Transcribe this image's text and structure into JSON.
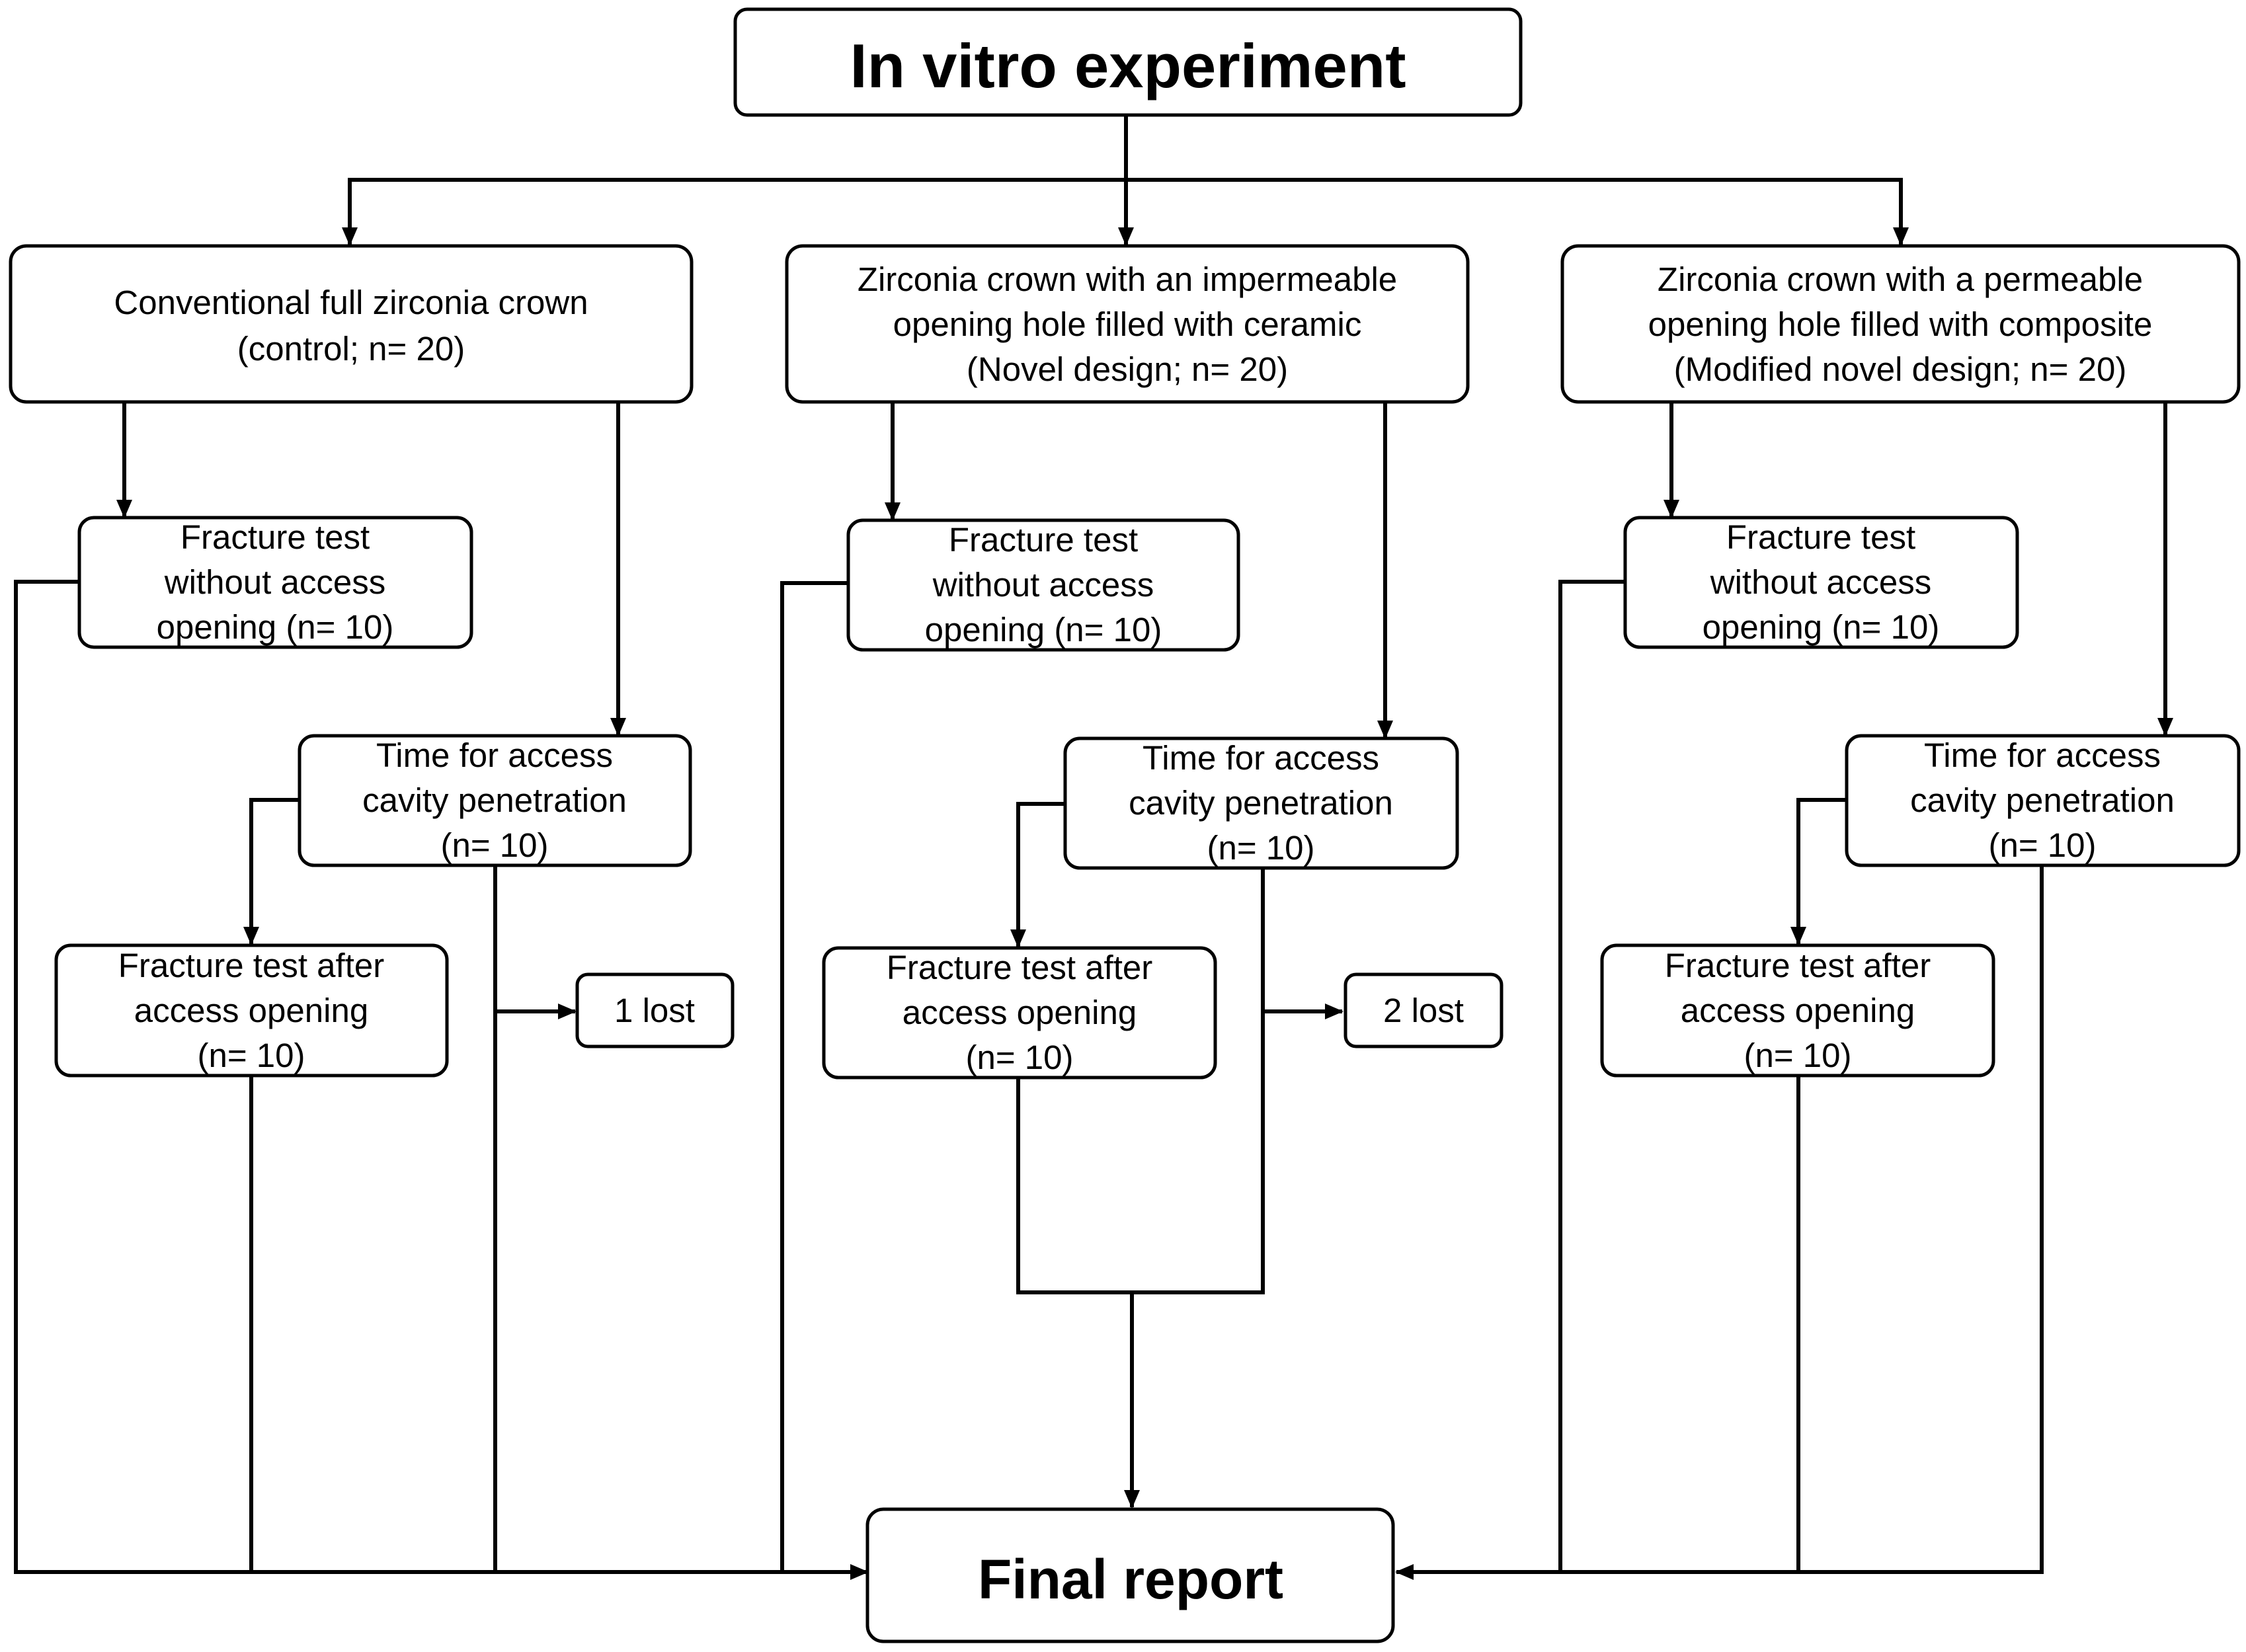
{
  "diagram": {
    "title": "In vitro experiment",
    "final": "Final report",
    "groups": [
      {
        "lines": [
          "Conventional full zirconia crown",
          "(control; n= 20)"
        ]
      },
      {
        "lines": [
          "Zirconia crown with an impermeable",
          "opening hole filled with ceramic",
          "(Novel design; n= 20)"
        ]
      },
      {
        "lines": [
          "Zirconia crown with a permeable",
          "opening hole filled with composite",
          "(Modified novel design; n= 20)"
        ]
      }
    ],
    "steps": {
      "fracture_without": [
        "Fracture test",
        "without access",
        "opening (n= 10)"
      ],
      "time_access": [
        "Time for access",
        "cavity penetration",
        "(n= 10)"
      ],
      "fracture_after": [
        "Fracture test after",
        "access opening",
        "(n= 10)"
      ]
    },
    "lost": [
      "1 lost",
      "2 lost"
    ]
  }
}
